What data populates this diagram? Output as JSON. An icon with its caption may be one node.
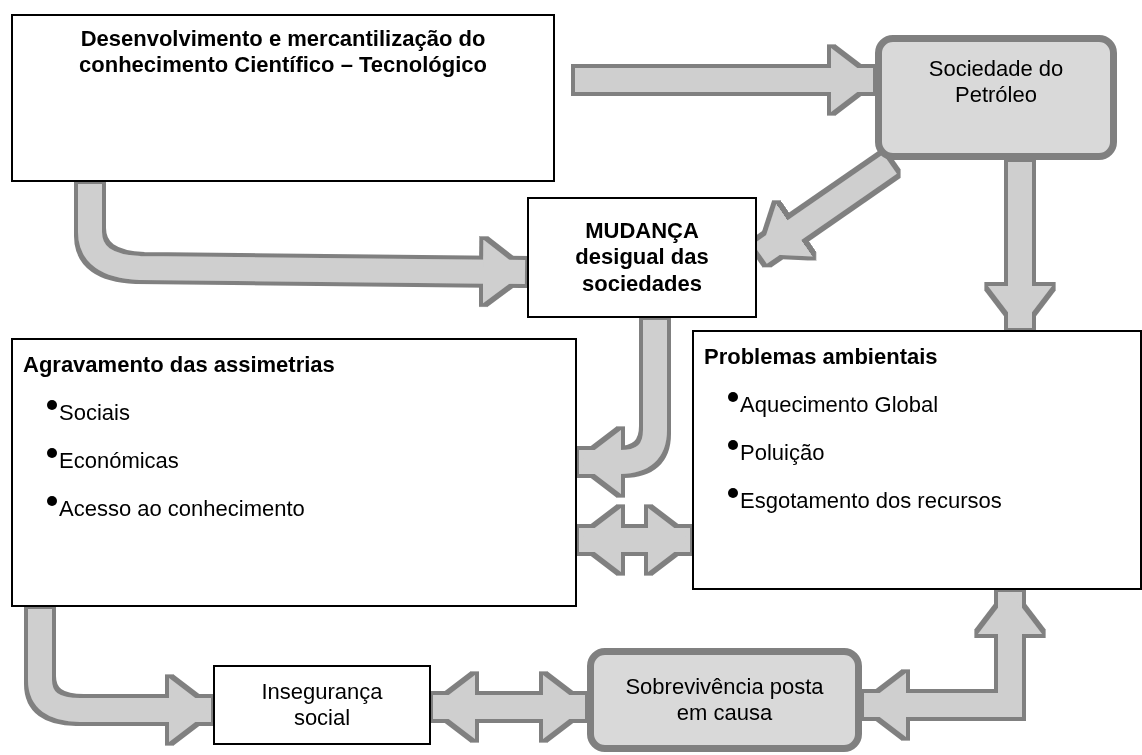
{
  "diagram": {
    "nodes": [
      {
        "text": [
          "Desenvolvimento e mercantilização do conhecimento Científico – Tecnológico"
        ]
      },
      {
        "text": [
          "Sociedade do Petróleo"
        ]
      },
      {
        "text": [
          "MUDANÇA desigual das sociedades"
        ]
      },
      {
        "text": [
          "Agravamento das assimetrias",
          "Sociais",
          "Económicas",
          "Acesso ao conhecimento"
        ]
      },
      {
        "text": [
          "Problemas ambientais",
          "Aquecimento Global",
          "Poluição",
          "Esgotamento dos recursos"
        ]
      },
      {
        "text": [
          "Insegurança social"
        ]
      },
      {
        "text": [
          "Sobrevivência posta em causa"
        ]
      }
    ],
    "edges": [
      {
        "from": 0,
        "to": 1,
        "arrow": "to"
      },
      {
        "from": 0,
        "to": 2,
        "arrow": "to"
      },
      {
        "from": 1,
        "to": 2,
        "arrow": "to"
      },
      {
        "from": 1,
        "to": 4,
        "arrow": "to"
      },
      {
        "from": 2,
        "to": 3,
        "arrow": "to"
      },
      {
        "from": 3,
        "to": 4,
        "arrow": "both"
      },
      {
        "from": 3,
        "to": 5,
        "arrow": "to"
      },
      {
        "from": 5,
        "to": 6,
        "arrow": "both"
      },
      {
        "from": 6,
        "to": 4,
        "arrow": "both"
      }
    ]
  }
}
